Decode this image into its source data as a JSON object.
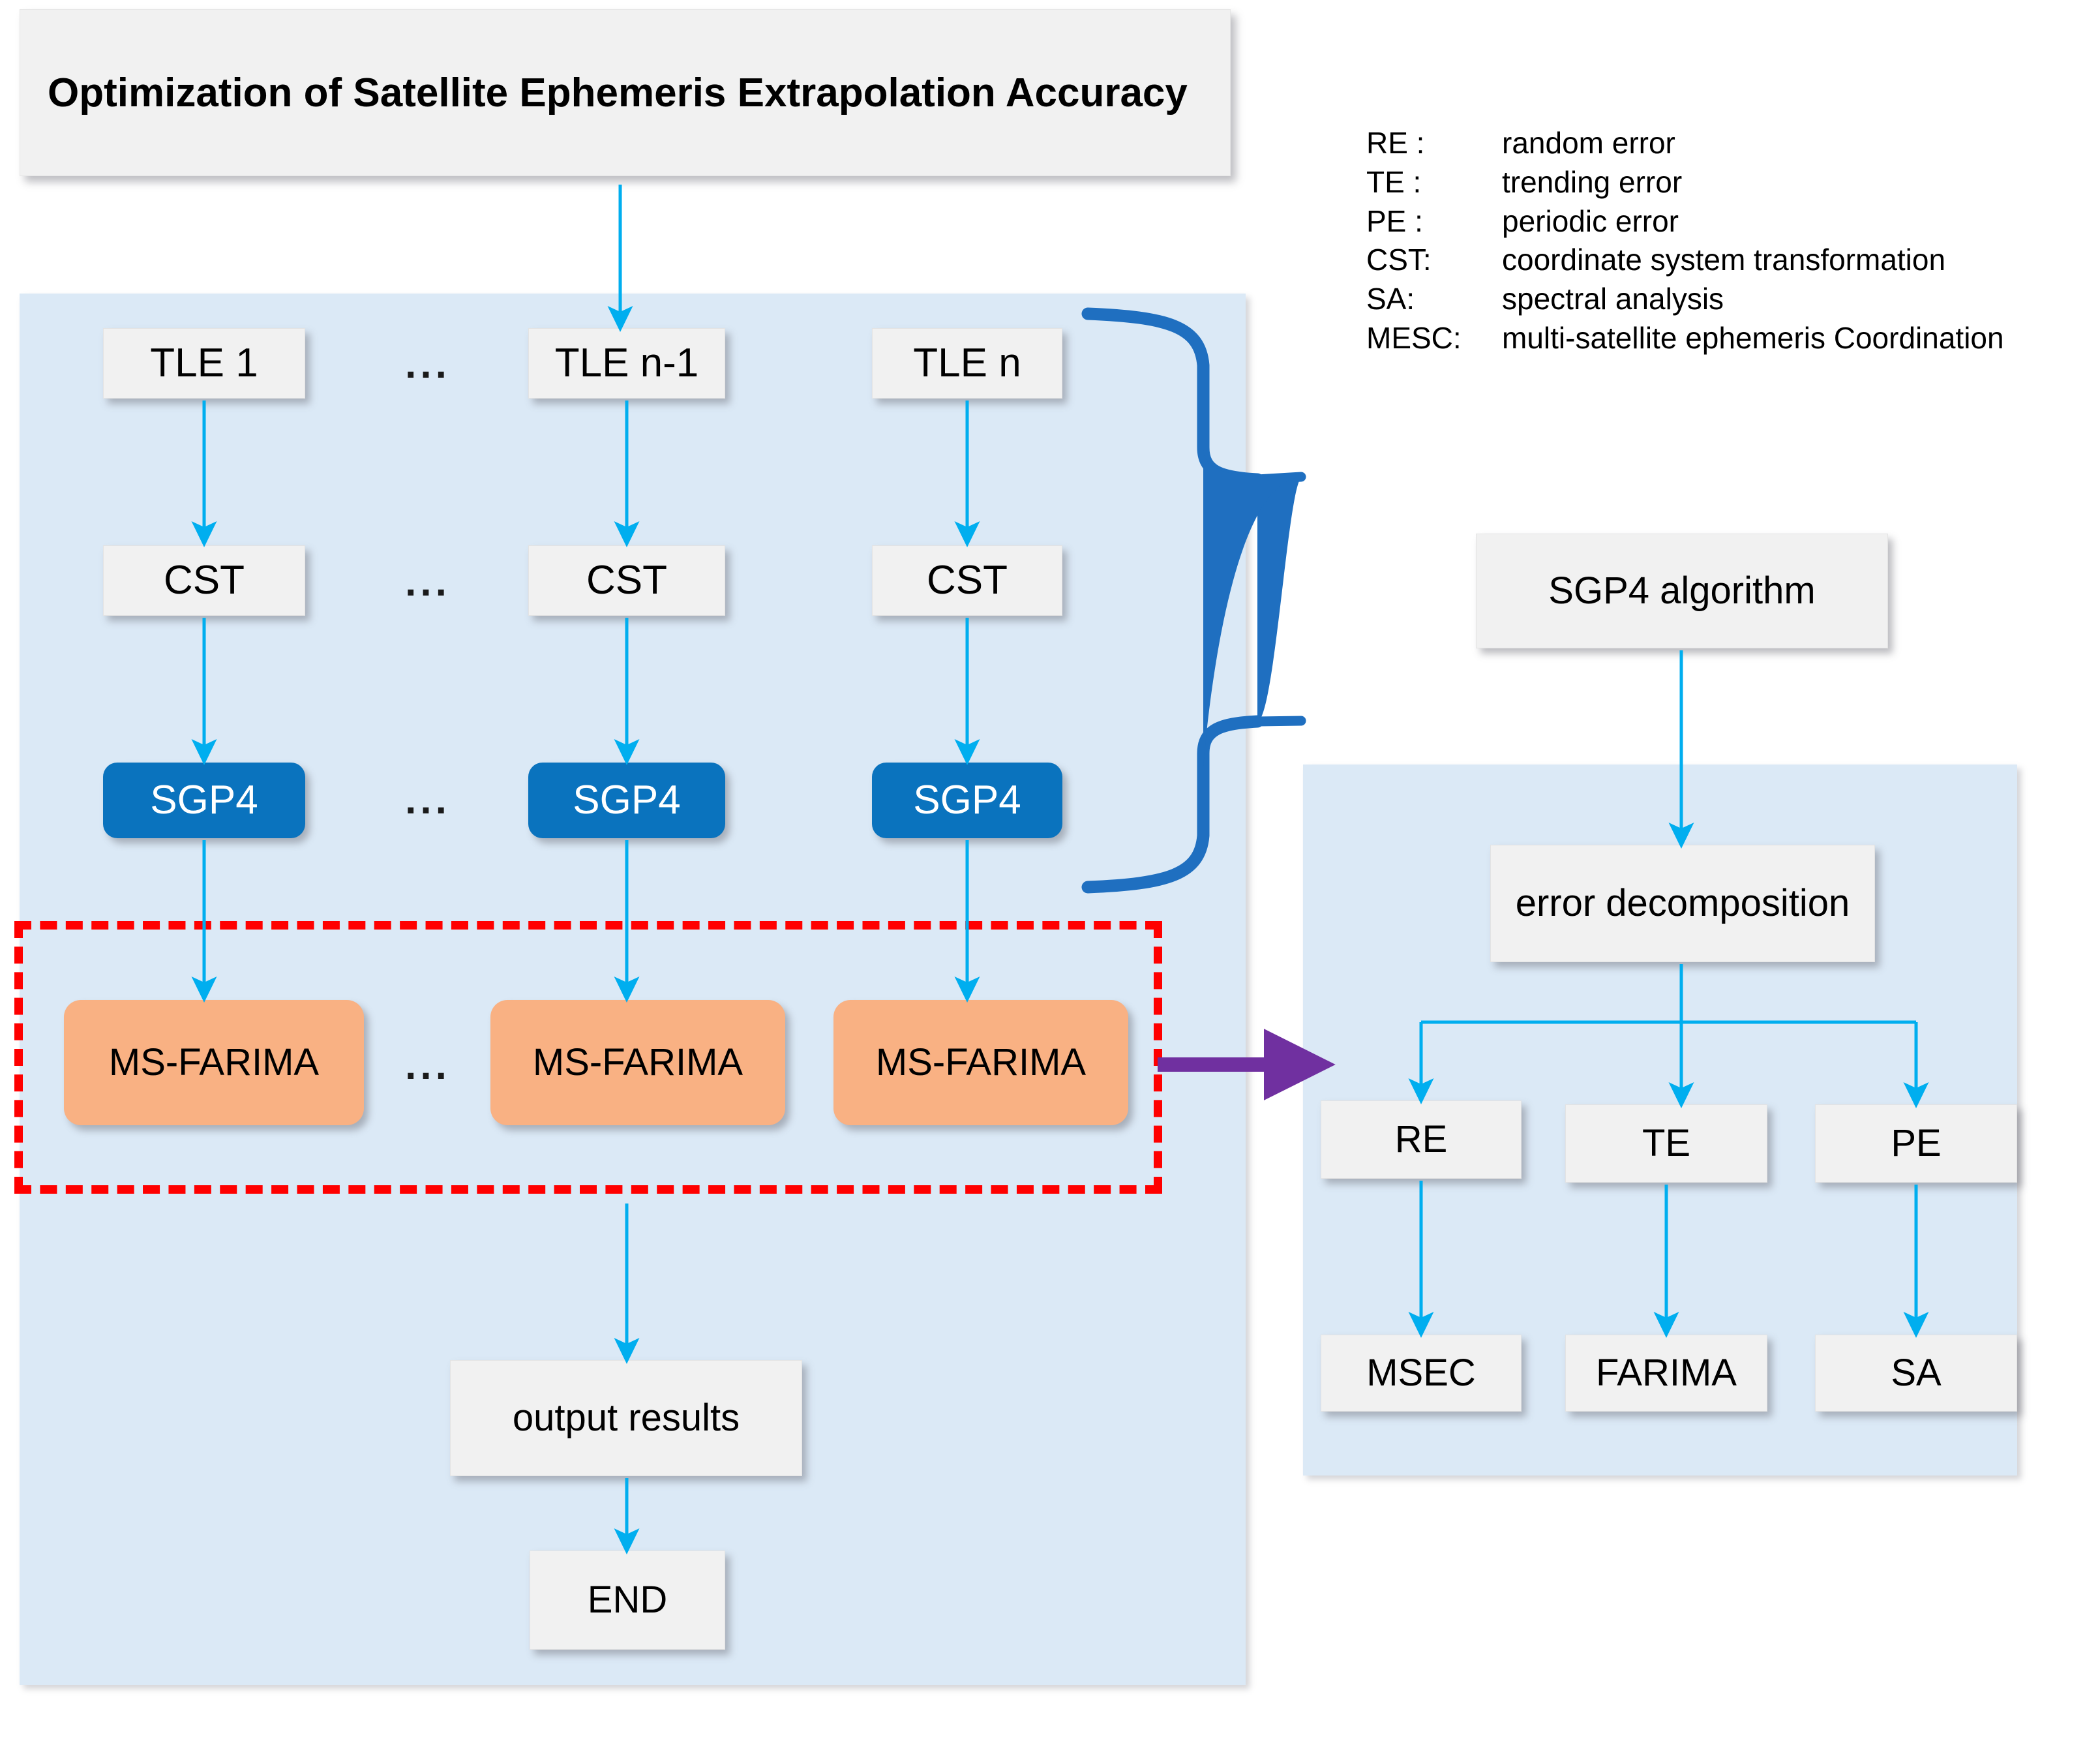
{
  "title": {
    "text": "Optimization of Satellite Ephemeris Extrapolation Accuracy"
  },
  "legend": {
    "items": [
      {
        "abbr": "RE :",
        "desc": "random error"
      },
      {
        "abbr": "TE :",
        "desc": "trending error"
      },
      {
        "abbr": "PE :",
        "desc": "periodic error"
      },
      {
        "abbr": "CST:",
        "desc": "coordinate system transformation"
      },
      {
        "abbr": "SA:",
        "desc": "spectral analysis"
      },
      {
        "abbr": "MESC:",
        "desc": "multi-satellite ephemeris Coordination"
      }
    ]
  },
  "left_panel": {
    "tle_row": {
      "items": [
        "TLE 1",
        "TLE n-1",
        "TLE n"
      ],
      "ellipsis": "..."
    },
    "cst_row": {
      "items": [
        "CST",
        "CST",
        "CST"
      ],
      "ellipsis": "..."
    },
    "sgp4_row": {
      "items": [
        "SGP4",
        "SGP4",
        "SGP4"
      ],
      "ellipsis": "..."
    },
    "farima_row": {
      "items": [
        "MS-FARIMA",
        "MS-FARIMA",
        "MS-FARIMA"
      ],
      "ellipsis": "..."
    },
    "output": "output results",
    "end": "END"
  },
  "right_panel": {
    "sgp4_algorithm": "SGP4 algorithm",
    "error_decomposition": "error decomposition",
    "error_types": [
      "RE",
      "TE",
      "PE"
    ],
    "methods": [
      "MSEC",
      "FARIMA",
      "SA"
    ]
  },
  "colors": {
    "panel_fill": "#DBE9F6",
    "node_gray": "#F1F1F1",
    "sgp4_blue": "#0A73BE",
    "farima_orange": "#F9B183",
    "arrow_cyan": "#00AEEF",
    "brace_blue": "#1F6FC0",
    "highlight_red": "#FF0000",
    "link_purple": "#7030A0"
  }
}
